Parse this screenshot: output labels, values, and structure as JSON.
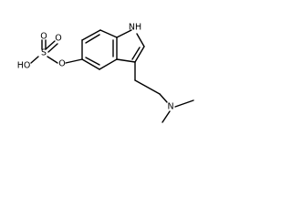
{
  "molecule": {
    "atoms": {
      "nh": "NH",
      "o_phenol": "O",
      "s": "S",
      "o_top1": "O",
      "o_top2": "O",
      "oh": "HO",
      "n_amine": "N"
    }
  },
  "colors": {
    "bond": "#000000",
    "label": "#000000",
    "background": "#ffffff"
  }
}
